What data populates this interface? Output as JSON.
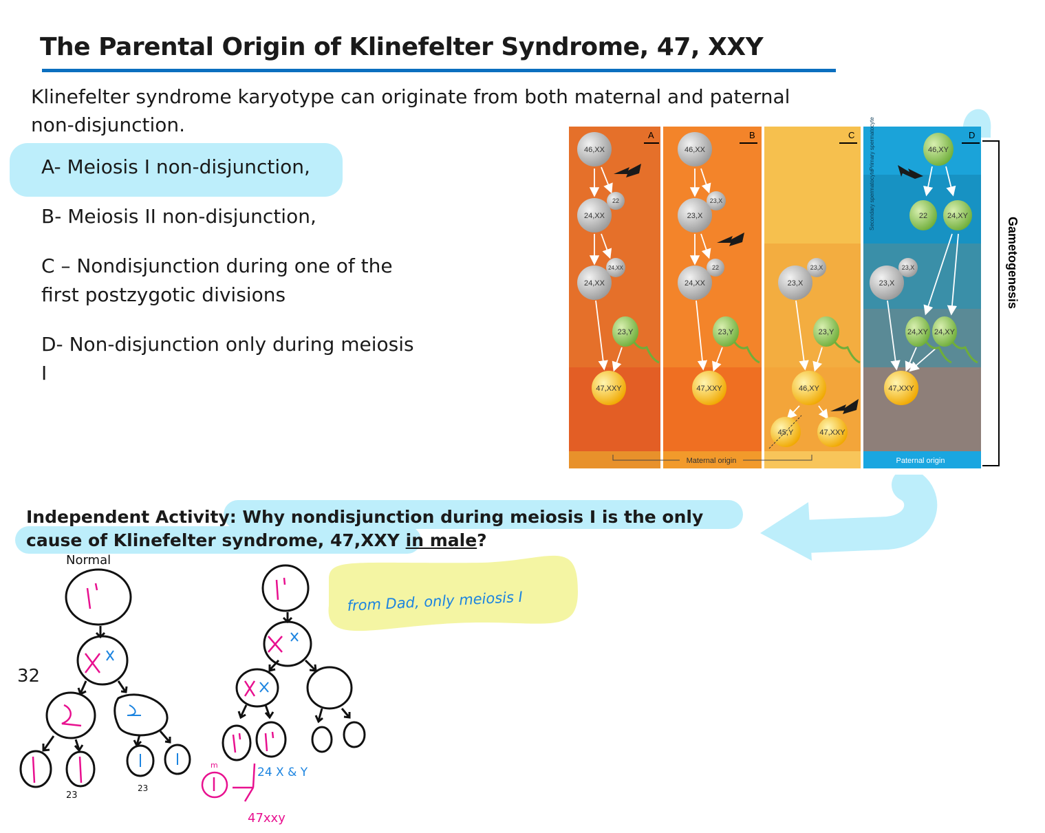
{
  "title": "The Parental Origin of Klinefelter Syndrome, 47, XXY",
  "intro": "Klinefelter syndrome karyotype can originate from both maternal and paternal non-disjunction.",
  "options": [
    {
      "line1": "A- Meiosis I non-disjunction,",
      "line2": ""
    },
    {
      "line1": "B- Meiosis II non-disjunction,",
      "line2": ""
    },
    {
      "line1": "C – Nondisjunction during one of the",
      "line2": "first postzygotic divisions"
    },
    {
      "line1": "D- Non-disjunction only during meiosis",
      "line2": "I"
    }
  ],
  "activity": {
    "label": "Independent Activity:",
    "question": "Why nondisjunction during meiosis I is the only cause of Klinefelter syndrome, 47,XXY",
    "emphasis": "in male",
    "end": "?"
  },
  "page_number": "32",
  "figure": {
    "panels": [
      "A",
      "B",
      "C",
      "D"
    ],
    "side_label": "Gametogenesis",
    "maternal_origin": "Maternal origin",
    "paternal_origin": "Paternal origin",
    "stage_labels": [
      "Primary spermatocyte",
      "Secondary spermatocyte"
    ],
    "cells": {
      "a1": "46,XX",
      "a2": "22",
      "a3": "24,XX",
      "a4": "24,XX",
      "a5": "24,XX",
      "a6": "23,Y",
      "a7": "47,XXY",
      "b1": "46,XX",
      "b2": "23,X",
      "b3": "23,X",
      "b4": "22",
      "b5": "24,XX",
      "b6": "23,Y",
      "b7": "47,XXY",
      "c1": "23,X",
      "c2": "23,X",
      "c3": "23,Y",
      "c4": "46,XY",
      "c5": "45,Y",
      "c6": "47,XXY",
      "d1": "46,XY",
      "d2": "22",
      "d3": "24,XY",
      "d4": "23,X",
      "d5": "23,X",
      "d6": "24,XY",
      "d7": "24,XY",
      "d8": "47,XXY"
    }
  },
  "notes": {
    "normal": "Normal",
    "from_dad": "from Dad, only meiosis I",
    "n23a": "23",
    "n23b": "23",
    "n24": "24 X & Y",
    "n47": "47xxy",
    "m": "m"
  },
  "colors": {
    "accent": "#0b6fbf",
    "highlight": "#bdeefb",
    "yellow_highlight": "#f4f5a3",
    "pink_ink": "#e8108f",
    "blue_ink": "#1c84e0"
  }
}
